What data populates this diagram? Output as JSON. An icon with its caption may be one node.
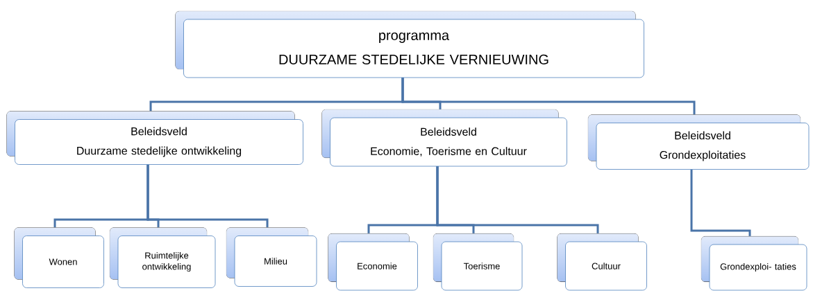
{
  "diagram": {
    "nodes": [
      {
        "text": [
          "programma",
          "DUURZAME STEDELIJKE VERNIEUWING"
        ]
      },
      {
        "text": [
          "Beleidsveld",
          "Duurzame stedelijke ontwikkeling"
        ]
      },
      {
        "text": [
          "Beleidsveld",
          "Economie, Toerisme en Cultuur"
        ]
      },
      {
        "text": [
          "Beleidsveld",
          "Grondexploitaties"
        ]
      },
      {
        "text": [
          "Wonen"
        ]
      },
      {
        "text": [
          "Ruimtelijke ontwikkeling"
        ]
      },
      {
        "text": [
          "Milieu"
        ]
      },
      {
        "text": [
          "Economie"
        ]
      },
      {
        "text": [
          "Toerisme"
        ]
      },
      {
        "text": [
          "Cultuur"
        ]
      },
      {
        "text": [
          "Grondexploi- taties"
        ]
      }
    ],
    "edges": [
      {
        "from": 0,
        "to": 1,
        "arrow": "none"
      },
      {
        "from": 0,
        "to": 2,
        "arrow": "none"
      },
      {
        "from": 0,
        "to": 3,
        "arrow": "none"
      },
      {
        "from": 1,
        "to": 4,
        "arrow": "none"
      },
      {
        "from": 1,
        "to": 5,
        "arrow": "none"
      },
      {
        "from": 1,
        "to": 6,
        "arrow": "none"
      },
      {
        "from": 2,
        "to": 7,
        "arrow": "none"
      },
      {
        "from": 2,
        "to": 8,
        "arrow": "none"
      },
      {
        "from": 2,
        "to": 9,
        "arrow": "none"
      },
      {
        "from": 3,
        "to": 10,
        "arrow": "none"
      }
    ]
  }
}
